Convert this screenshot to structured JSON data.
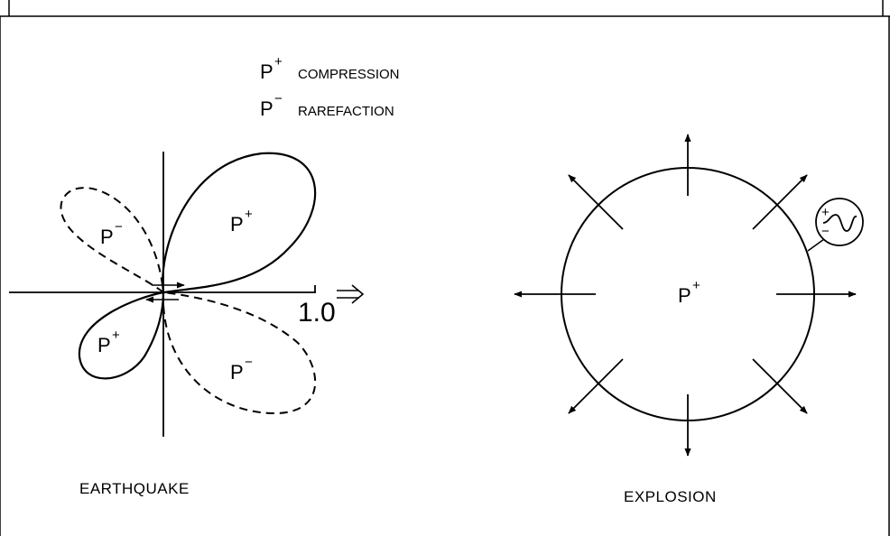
{
  "legend": {
    "compression_symbol": "P",
    "compression_sup": "+",
    "compression_label": "COMPRESSION",
    "rarefaction_symbol": "P",
    "rarefaction_sup": "−",
    "rarefaction_label": "RAREFACTION"
  },
  "earthquake": {
    "caption": "EARTHQUAKE",
    "axis_tick_label": "1.0",
    "lobes": [
      {
        "symbol": "P",
        "sup": "+"
      },
      {
        "symbol": "P",
        "sup": "−"
      },
      {
        "symbol": "P",
        "sup": "+"
      },
      {
        "symbol": "P",
        "sup": "−"
      }
    ]
  },
  "explosion": {
    "caption": "EXPLOSION",
    "center_symbol": "P",
    "center_sup": "+",
    "inset_sign_top": "+",
    "inset_sign_bottom": "−"
  },
  "colors": {
    "ink": "#000000",
    "background": "#ffffff"
  }
}
